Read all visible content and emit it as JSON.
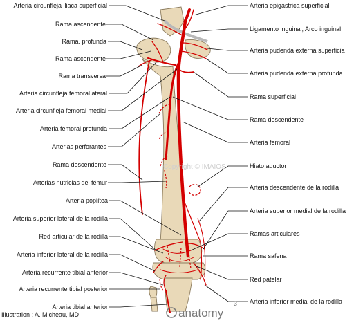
{
  "labels_left": [
    "Arteria circunfleja iliaca superficial",
    "Rama ascendente",
    "Rama. profunda",
    "Rama ascendente",
    "Rama transversa",
    "Arteria circunfleja femoral ateral",
    "Arteria circunfleja femoral medial",
    "Arteria femoral profunda",
    "Arterias perforantes",
    "Rama descendente",
    "Arterias nutricias del fémur",
    "Arteria poplítea",
    "Arteria superior lateral de la rodilla",
    "Red articular de la rodilla",
    "Arteria inferior lateral de la rodilla",
    "Arteria recurrente tibial anterior",
    "Arteria recurrente tibial posterior",
    "Arteria tibial anterior"
  ],
  "labels_right": [
    "Arteria epigástrica superficial",
    "Ligamento inguinal; Arco inguinal",
    "Arteria pudenda externa superficia",
    "Arteria pudenda externa profunda",
    "Rama superficial",
    "Rama descendente",
    "Arteria femoral",
    "Hiato aductor",
    "Arteria descendente de la rodilla",
    "Arteria superior medial de la rodilla",
    "Ramas articulares",
    "Rama safena",
    "Red patelar",
    "Arteria inferior medial de la rodilla"
  ],
  "credit": "Illustration : A. Micheau, MD",
  "watermark": "Copyright © IMAIOS",
  "logo": {
    "text": "anatomy",
    "sup": "3"
  },
  "colors": {
    "artery": "#d40000",
    "bone": "#e9d9b8",
    "ligament": "#b9b9b9"
  }
}
